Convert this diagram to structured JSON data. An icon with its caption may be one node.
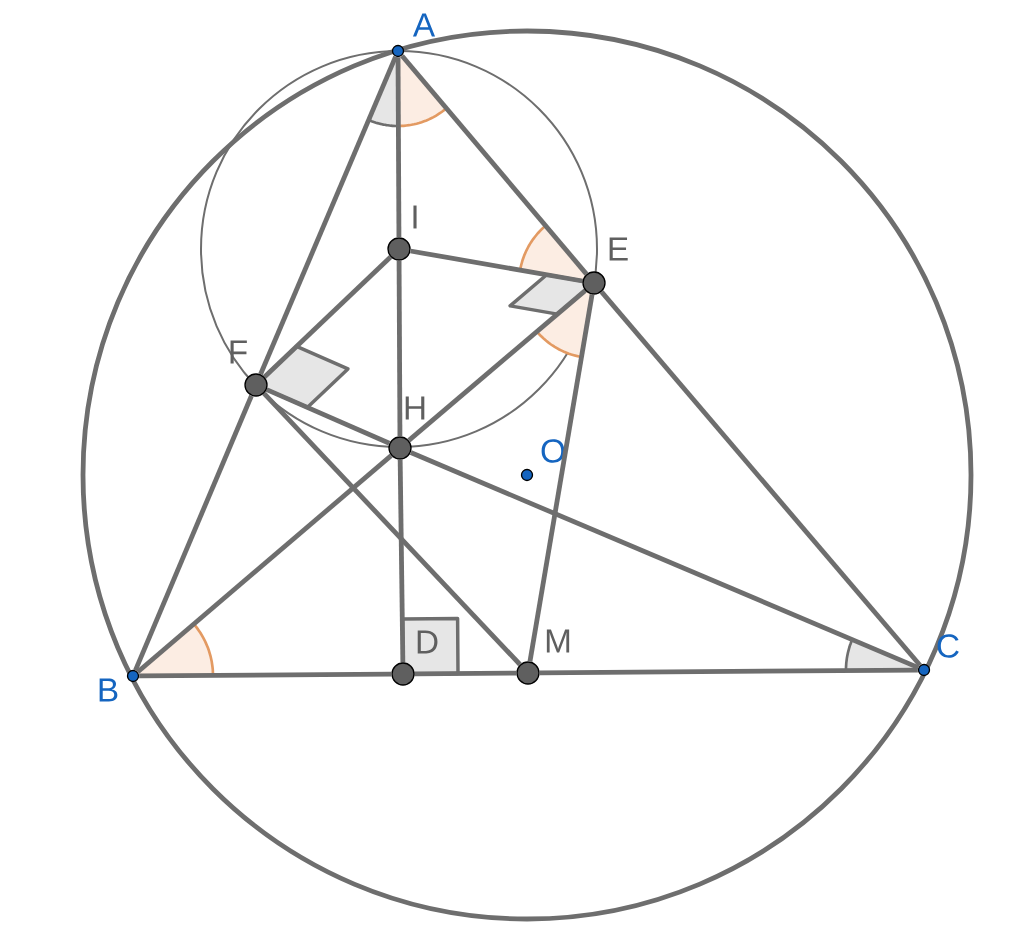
{
  "diagram": {
    "nodes": [
      {
        "text": [
          "A"
        ]
      },
      {
        "text": [
          "I"
        ]
      },
      {
        "text": [
          "E"
        ]
      },
      {
        "text": [
          "F"
        ]
      },
      {
        "text": [
          "H"
        ]
      },
      {
        "text": [
          "O"
        ]
      },
      {
        "text": [
          "B"
        ]
      },
      {
        "text": [
          "D"
        ]
      },
      {
        "text": [
          "M"
        ]
      },
      {
        "text": [
          "C"
        ]
      }
    ],
    "edges": [
      {
        "from": 0,
        "to": 3,
        "arrow": "none"
      },
      {
        "from": 3,
        "to": 6,
        "arrow": "none"
      },
      {
        "from": 0,
        "to": 1,
        "arrow": "none"
      },
      {
        "from": 1,
        "to": 4,
        "arrow": "none"
      },
      {
        "from": 4,
        "to": 7,
        "arrow": "none"
      },
      {
        "from": 0,
        "to": 2,
        "arrow": "none"
      },
      {
        "from": 2,
        "to": 9,
        "arrow": "none"
      },
      {
        "from": 6,
        "to": 7,
        "arrow": "none"
      },
      {
        "from": 7,
        "to": 8,
        "arrow": "none"
      },
      {
        "from": 8,
        "to": 9,
        "arrow": "none"
      },
      {
        "from": 6,
        "to": 4,
        "arrow": "none"
      },
      {
        "from": 4,
        "to": 2,
        "arrow": "none"
      },
      {
        "from": 9,
        "to": 4,
        "arrow": "none"
      },
      {
        "from": 4,
        "to": 3,
        "arrow": "none"
      },
      {
        "from": 1,
        "to": 2,
        "arrow": "none"
      },
      {
        "from": 1,
        "to": 3,
        "arrow": "none"
      },
      {
        "from": 2,
        "to": 8,
        "arrow": "none"
      },
      {
        "from": 3,
        "to": 8,
        "arrow": "none"
      }
    ]
  }
}
